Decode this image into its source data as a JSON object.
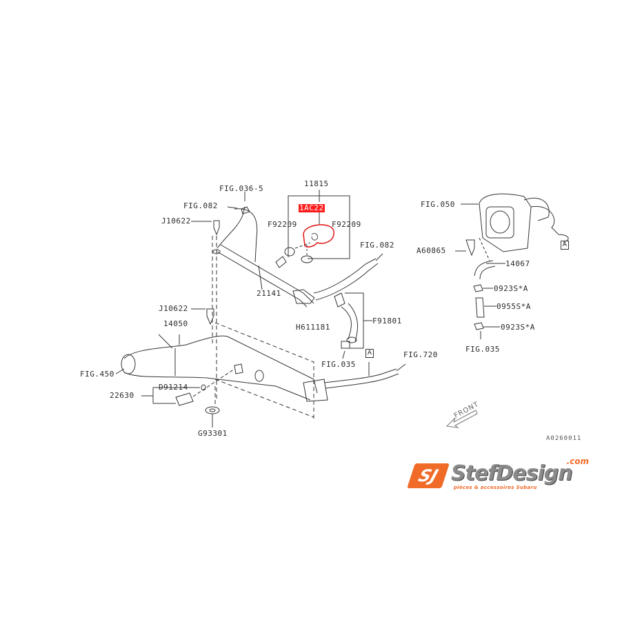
{
  "diagram": {
    "type": "exploded parts diagram",
    "highlight_color": "#ff1a1a",
    "line_color": "#333333",
    "labels": {
      "fig036_5": "FIG.036-5",
      "part_11815": "11815",
      "highlighted_part": "1AC22",
      "fig082_top": "FIG.082",
      "j10622_top": "J10622",
      "f92209_left": "F92209",
      "f92209_right": "F92209",
      "fig082_right": "FIG.082",
      "part_21141": "21141",
      "j10622_mid": "J10622",
      "part_14050": "14050",
      "h611181": "H611181",
      "f91801": "F91801",
      "fig450": "FIG.450",
      "fig035_mid": "FIG.035",
      "box_a_mid": "A",
      "fig720": "FIG.720",
      "d91214": "D91214",
      "part_22630": "22630",
      "g93301": "G93301",
      "fig050": "FIG.050",
      "box_a_right": "A",
      "a60865": "A60865",
      "part_14067": "14067",
      "p0923s_a_top": "0923S*A",
      "p0955s_a": "0955S*A",
      "p0923s_a_bottom": "0923S*A",
      "fig035_right": "FIG.035",
      "front": "FRONT",
      "doc_id": "A0260011"
    }
  },
  "logo": {
    "mark": "SJ",
    "name": "StefDesign",
    "tld": ".com",
    "tagline": "pièces & accessoires Subaru",
    "brand_color": "#f06a28",
    "text_color": "#8a8a8a"
  }
}
